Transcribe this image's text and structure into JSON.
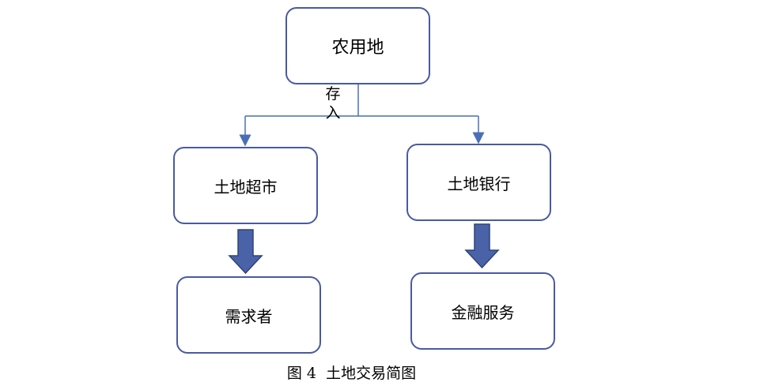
{
  "diagram": {
    "nodes": {
      "root": "农用地",
      "left": "土地超市",
      "right": "土地银行",
      "left_child": "需求者",
      "right_child": "金融服务"
    },
    "edge_label_line1": "存",
    "edge_label_line2": "入",
    "caption": "图 4  土地交易简图"
  },
  "colors": {
    "border": "#4a5aa0",
    "connector": "#4a6fb5",
    "block_arrow_fill": "#4a62a8",
    "block_arrow_stroke": "#2f427a"
  }
}
